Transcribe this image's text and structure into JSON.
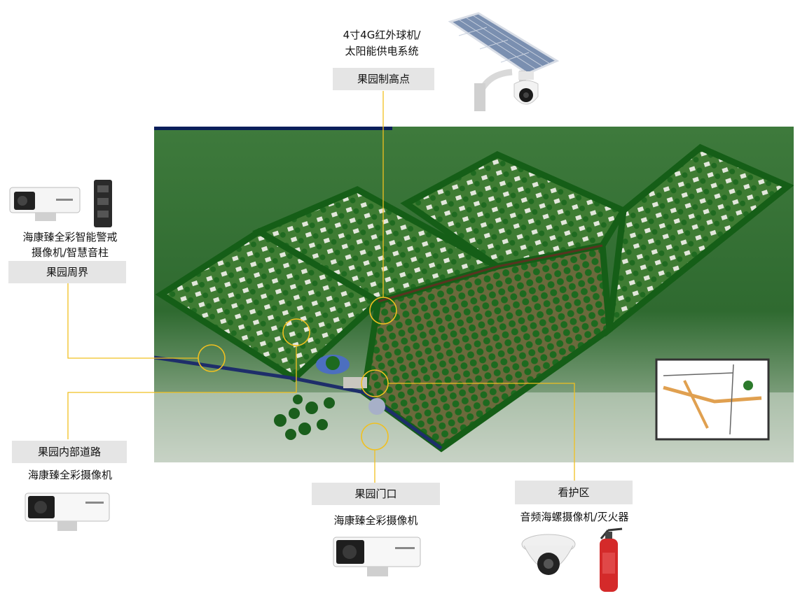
{
  "devices": {
    "ptz_solar": {
      "name_line1": "4寸4G红外球机/",
      "name_line2": "太阳能供电系统",
      "tag": "果园制高点"
    },
    "perimeter": {
      "name_line1": "海康臻全彩智能警戒",
      "name_line2": "摄像机/智慧音柱",
      "tag": "果园周界"
    },
    "road": {
      "tag": "果园内部道路",
      "name": "海康臻全彩摄像机"
    },
    "gate": {
      "tag": "果园门口",
      "name": "海康臻全彩摄像机"
    },
    "guard": {
      "tag": "看护区",
      "name": "音频海螺摄像机/灭火器"
    }
  },
  "colors": {
    "leader": "#f0c020",
    "tag_bg": "#e5e5e5",
    "grass": "#2f6a30",
    "tree": "#1c6b20"
  },
  "icons": [
    "solar-panel-icon",
    "ptz-dome-camera-icon",
    "bullet-camera-icon",
    "speaker-column-icon",
    "turret-camera-icon",
    "fire-extinguisher-icon"
  ]
}
